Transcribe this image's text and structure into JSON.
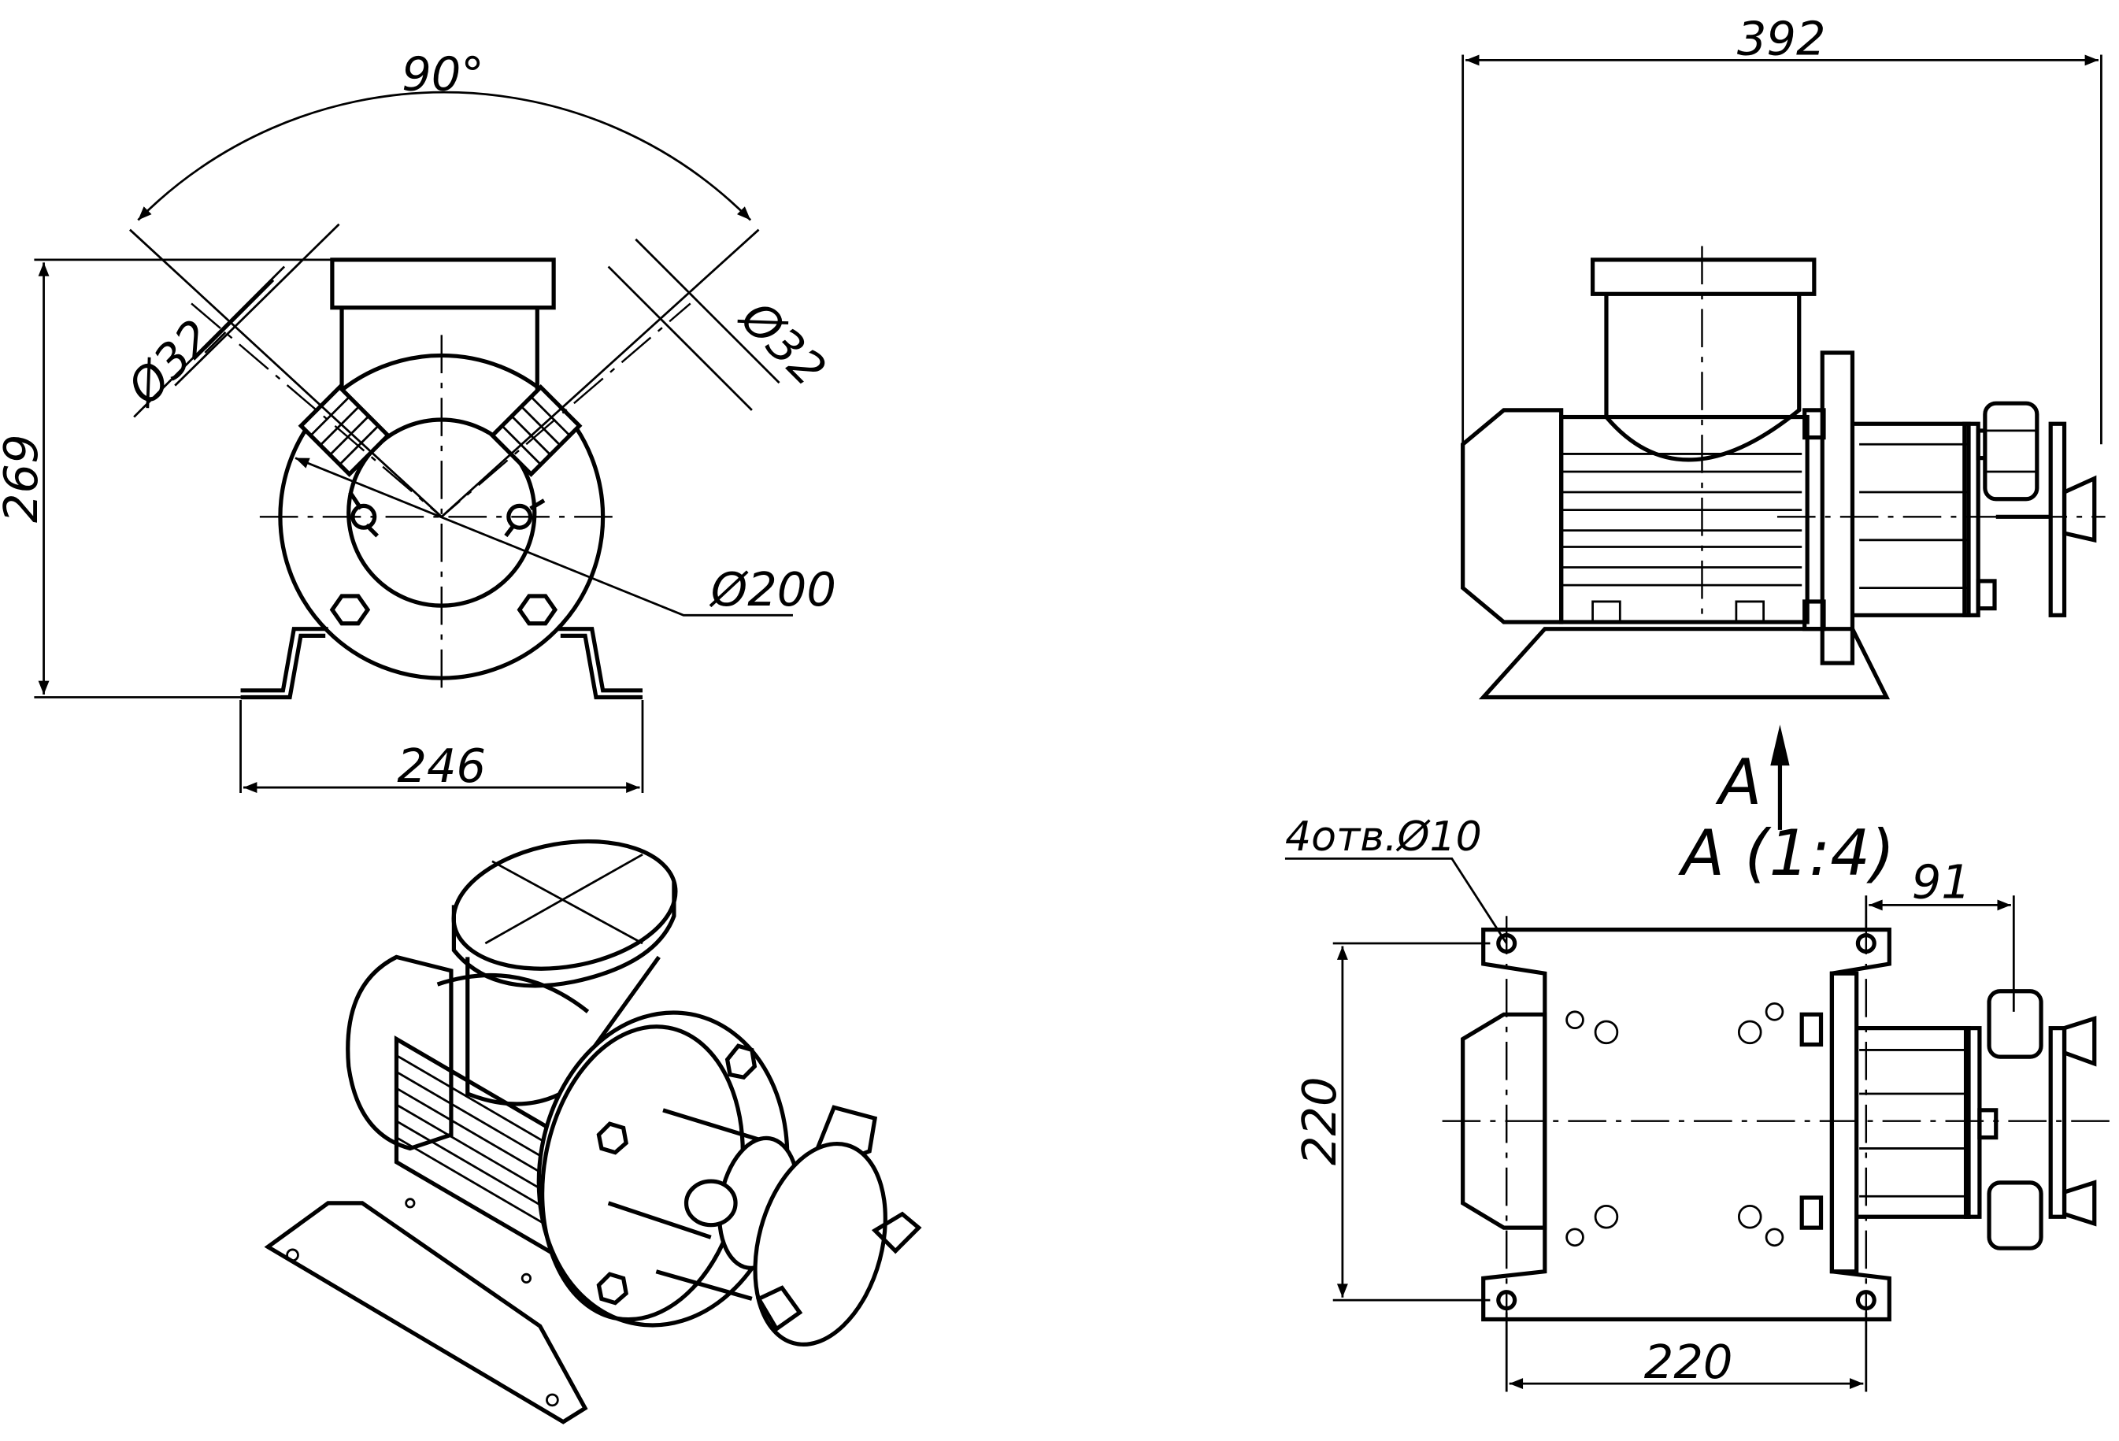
{
  "drawing": {
    "front_view": {
      "angle_label": "90°",
      "diam_left": "Ø32",
      "diam_right": "Ø32",
      "flange_diameter": "Ø200",
      "height": "269",
      "base_width": "246"
    },
    "side_view": {
      "overall_length": "392"
    },
    "view_arrow_letter": "A",
    "view_title": "A (1:4)",
    "top_view": {
      "holes_note": "4отв.Ø10",
      "depth": "220",
      "hole_spacing": "220",
      "pump_offset": "91"
    }
  }
}
